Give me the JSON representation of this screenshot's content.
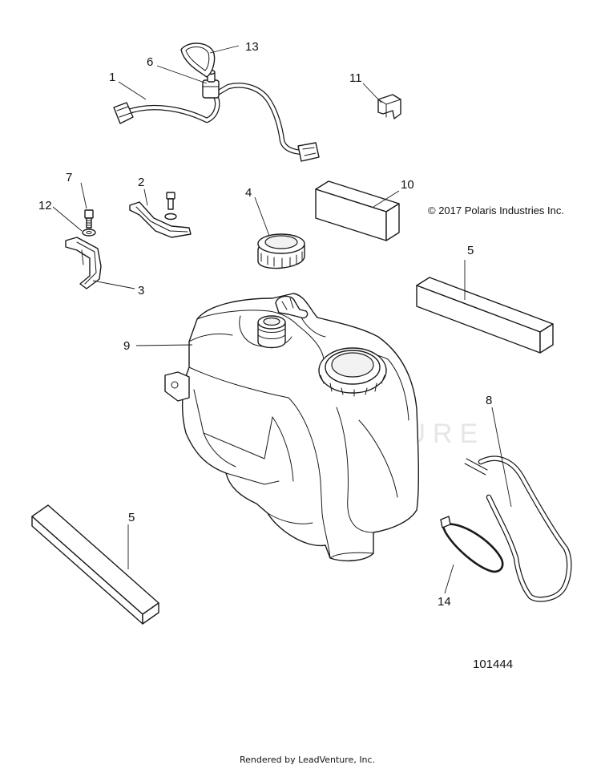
{
  "copyright": "© 2017 Polaris Industries Inc.",
  "diagram_number": "101444",
  "footer": "Rendered by LeadVenture, Inc.",
  "watermark": "LEADVENTURE",
  "callouts": [
    {
      "id": "c1",
      "label": "1"
    },
    {
      "id": "c2",
      "label": "2"
    },
    {
      "id": "c3",
      "label": "3"
    },
    {
      "id": "c4",
      "label": "4"
    },
    {
      "id": "c5a",
      "label": "5"
    },
    {
      "id": "c5b",
      "label": "5"
    },
    {
      "id": "c6",
      "label": "6"
    },
    {
      "id": "c7",
      "label": "7"
    },
    {
      "id": "c8",
      "label": "8"
    },
    {
      "id": "c9",
      "label": "9"
    },
    {
      "id": "c10",
      "label": "10"
    },
    {
      "id": "c11",
      "label": "11"
    },
    {
      "id": "c12",
      "label": "12"
    },
    {
      "id": "c13",
      "label": "13"
    },
    {
      "id": "c14",
      "label": "14"
    }
  ]
}
